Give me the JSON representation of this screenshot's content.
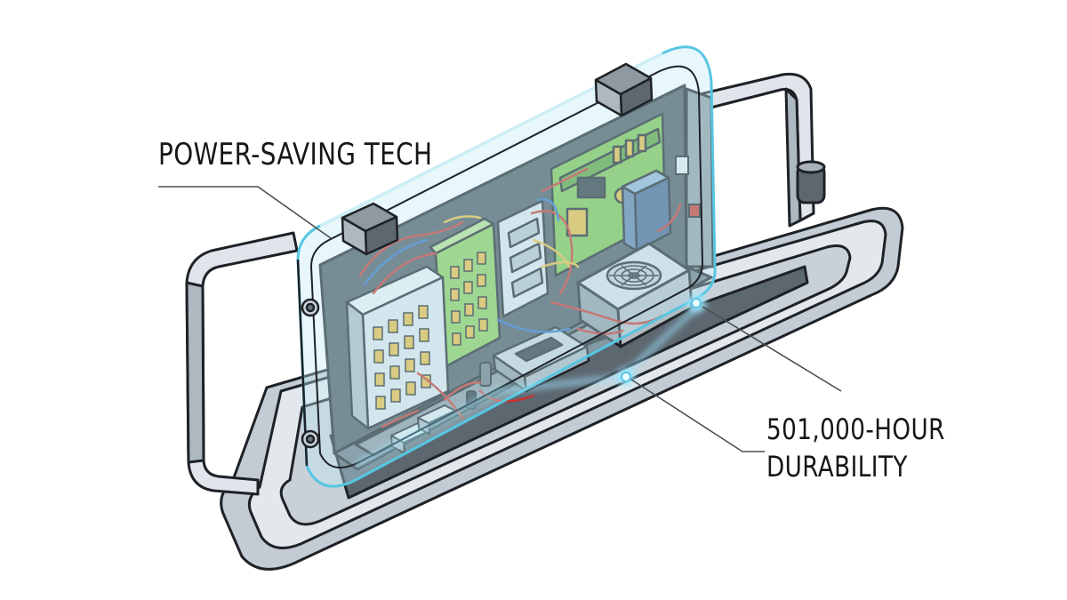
{
  "callouts": {
    "power_saving": "POWER-SAVING TECH",
    "durability_line1": "501,000-HOUR",
    "durability_line2": "DURABILITY"
  },
  "palette": {
    "outline": "#1e2226",
    "tray_light": "#e3e8ec",
    "tray_mid": "#c3ccd4",
    "tray_dark": "#5d6770",
    "glass": "#bfeaf4",
    "glass_edge": "#56c6e2",
    "glow": "#9fe6ff",
    "pcb_green": "#7cc24a",
    "chip_gold": "#e9b93a",
    "wire_red": "#c8342a",
    "wire_blue": "#2f6fbf",
    "metal": "#a9b2b9"
  }
}
